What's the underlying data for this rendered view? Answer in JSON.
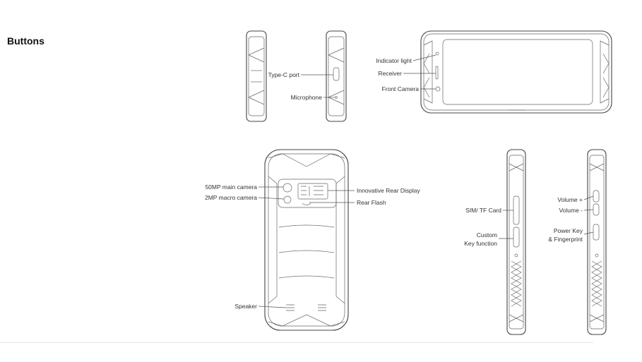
{
  "section_title": "Buttons",
  "callouts": {
    "type_c_port": "Type-C port",
    "microphone": "Microphone",
    "indicator_light": "Indicator light",
    "receiver": "Receiver",
    "front_camera": "Front Camera",
    "main_camera": "50MP main camera",
    "macro_camera": "2MP macro camera",
    "rear_display": "Innovative Rear Display",
    "rear_flash": "Rear Flash",
    "speaker": "Speaker",
    "sim_card": "SIM/ TF Card",
    "custom_key_1": "Custom",
    "custom_key_2": "Key function",
    "volume_up": "Volume +",
    "volume_down": "Volume -",
    "power_key_1": "Power Key",
    "power_key_2": "& Fingerprint"
  }
}
